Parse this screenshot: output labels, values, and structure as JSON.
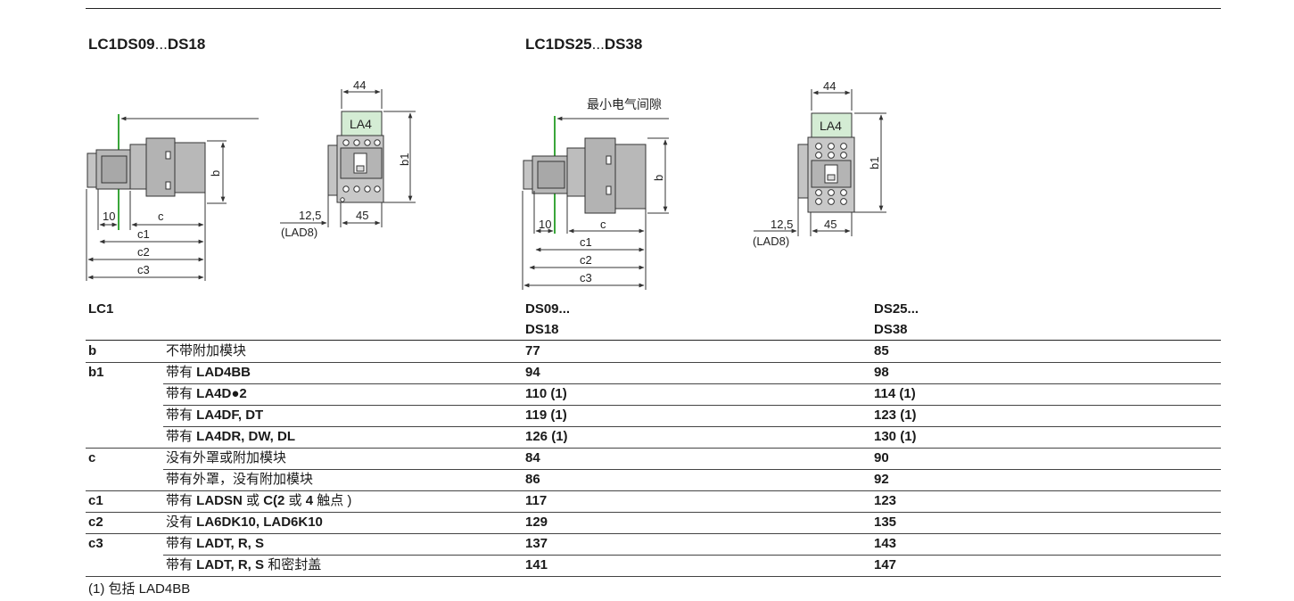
{
  "sections": [
    {
      "title_main": "LC1DS09",
      "title_sep": "...",
      "title_end": "DS18"
    },
    {
      "title_main": "LC1DS25",
      "title_sep": "...",
      "title_end": "DS38"
    }
  ],
  "drawing_labels": {
    "dim_44": "44",
    "dim_45": "45",
    "dim_10": "10",
    "dim_12_5": "12,5",
    "lad8": "(LAD8)",
    "la4": "LA4",
    "b": "b",
    "b1": "b1",
    "c": "c",
    "c1": "c1",
    "c2": "c2",
    "c3": "c3",
    "min_clearance": "最小电气间隙"
  },
  "table": {
    "header": {
      "model": "LC1",
      "col1_top": "DS09...",
      "col1_bottom": "DS18",
      "col2_top": "DS25...",
      "col2_bottom": "DS38"
    },
    "rows": [
      {
        "key": "b",
        "desc": "不带附加模块",
        "v1": "77",
        "v2": "85"
      },
      {
        "key": "b1",
        "desc": "带有 LAD4BB",
        "v1": "94",
        "v2": "98"
      },
      {
        "key": "",
        "desc": "带有 LA4D●2",
        "v1": "110 (1)",
        "v2": "114 (1)"
      },
      {
        "key": "",
        "desc": "带有 LA4DF, DT",
        "v1": "119 (1)",
        "v2": "123 (1)"
      },
      {
        "key": "",
        "desc": "带有 LA4DR, DW, DL",
        "v1": "126 (1)",
        "v2": "130 (1)"
      },
      {
        "key": "c",
        "desc": "没有外罩或附加模块",
        "v1": "84",
        "v2": "90"
      },
      {
        "key": "",
        "desc": "带有外罩，没有附加模块",
        "v1": "86",
        "v2": "92"
      },
      {
        "key": "c1",
        "desc": "带有 LADSN 或 C(2 或 4 触点 )",
        "v1": "117",
        "v2": "123"
      },
      {
        "key": "c2",
        "desc": "没有 LA6DK10, LAD6K10",
        "v1": "129",
        "v2": "135"
      },
      {
        "key": "c3",
        "desc": "带有 LADT, R, S",
        "v1": "137",
        "v2": "143"
      },
      {
        "key": "",
        "desc": "带有 LADT, R, S 和密封盖",
        "v1": "141",
        "v2": "147"
      }
    ]
  },
  "footnote": {
    "num": "(1)",
    "text": "包括 LAD4BB"
  },
  "colors": {
    "green_line": "#3aa63a",
    "la4_fill": "#d4ecd4",
    "body_fill": "#b8b8b8"
  }
}
